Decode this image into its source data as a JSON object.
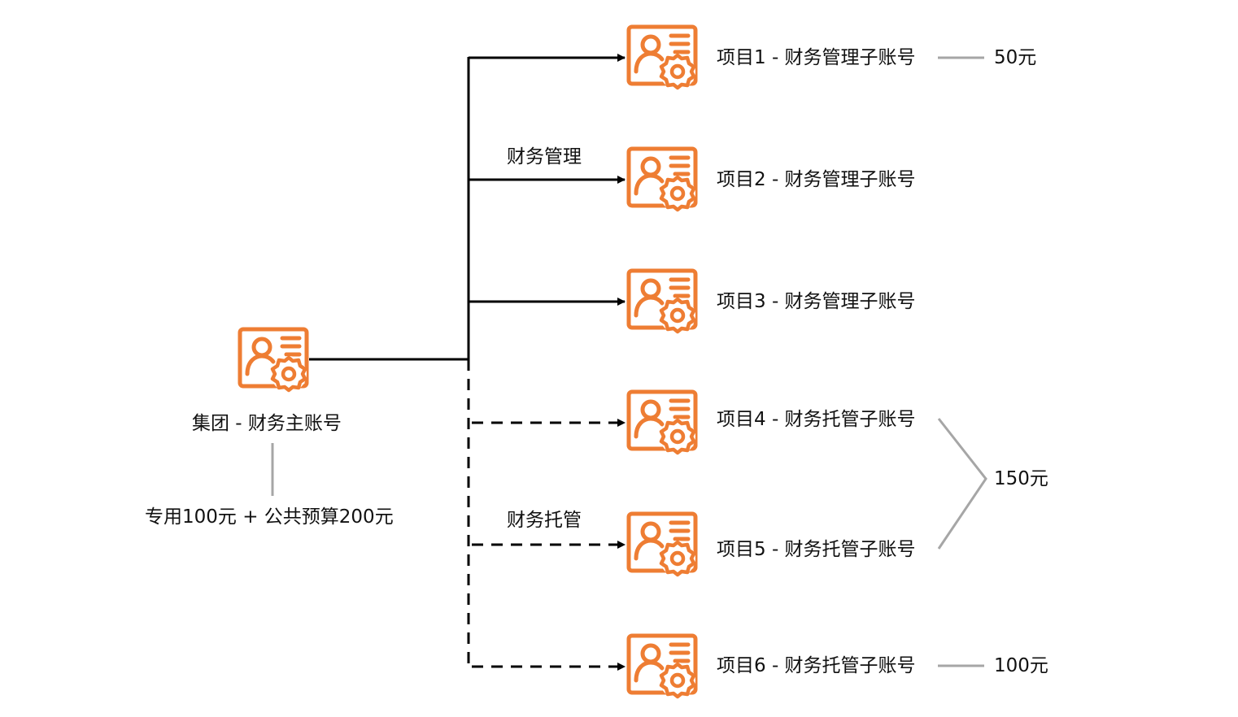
{
  "colors": {
    "icon": "#EE7D33",
    "line": "#000000",
    "bracket": "#a6a6a6"
  },
  "root": {
    "icon": "account-settings-icon",
    "label": "集团 - 财务主账号",
    "budget": "专用100元 + 公共预算200元"
  },
  "groups": {
    "managed": {
      "label": "财务管理",
      "style": "solid"
    },
    "hosted": {
      "label": "财务托管",
      "style": "dashed"
    }
  },
  "children": [
    {
      "label": "项目1 - 财务管理子账号",
      "group": "managed",
      "amount": "50元"
    },
    {
      "label": "项目2 - 财务管理子账号",
      "group": "managed",
      "amount": ""
    },
    {
      "label": "项目3 - 财务管理子账号",
      "group": "managed",
      "amount": ""
    },
    {
      "label": "项目4 - 财务托管子账号",
      "group": "hosted",
      "amount": ""
    },
    {
      "label": "项目5 - 财务托管子账号",
      "group": "hosted",
      "amount": ""
    },
    {
      "label": "项目6 - 财务托管子账号",
      "group": "hosted",
      "amount": "100元"
    }
  ],
  "shared_amount": {
    "children": [
      4,
      5
    ],
    "amount": "150元"
  }
}
